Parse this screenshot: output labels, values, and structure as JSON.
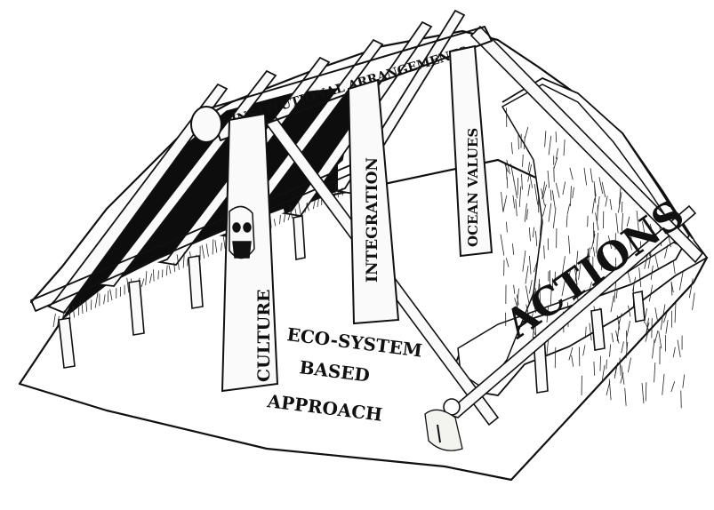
{
  "diagram": {
    "beam_label": "INSTITUTIONAL ARRANGEMENTS",
    "pillars": [
      "CULTURE",
      "INTEGRATION",
      "OCEAN VALUES"
    ],
    "roof_label": "ACTIONS",
    "floor_label": [
      "ECO-SYSTEM",
      "BASED",
      "APPROACH"
    ]
  },
  "colors": {
    "ink": "#111111",
    "paper": "#ffffff",
    "interior": "#0d0d0d",
    "wood": "#f7f7f4"
  }
}
